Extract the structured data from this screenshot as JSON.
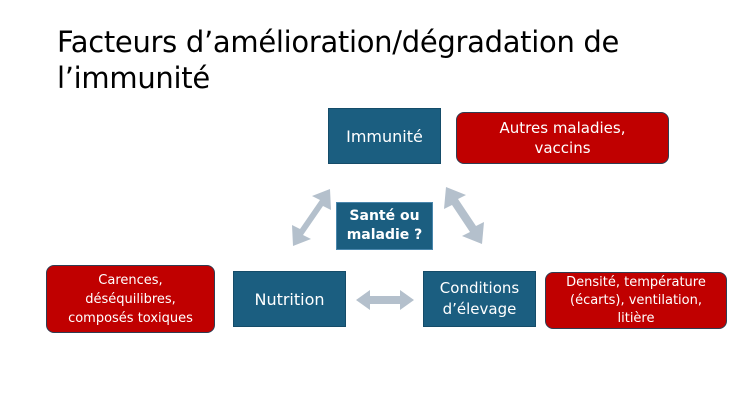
{
  "title": "Facteurs d’amélioration/dégradation de l’immunité",
  "nodes": {
    "immunite": "Immunité",
    "nutrition": "Nutrition",
    "conditions": "Conditions d’élevage",
    "center": "Santé ou maladie ?"
  },
  "factors": {
    "autres": "Autres maladies, vaccins",
    "carences": "Carences, déséquilibres, composés toxiques",
    "densite": "Densité, température (écarts), ventilation, litière"
  },
  "colors": {
    "node_blue": "#1b5e80",
    "factor_red": "#c00000",
    "arrow_gray": "#b4c0cc"
  }
}
